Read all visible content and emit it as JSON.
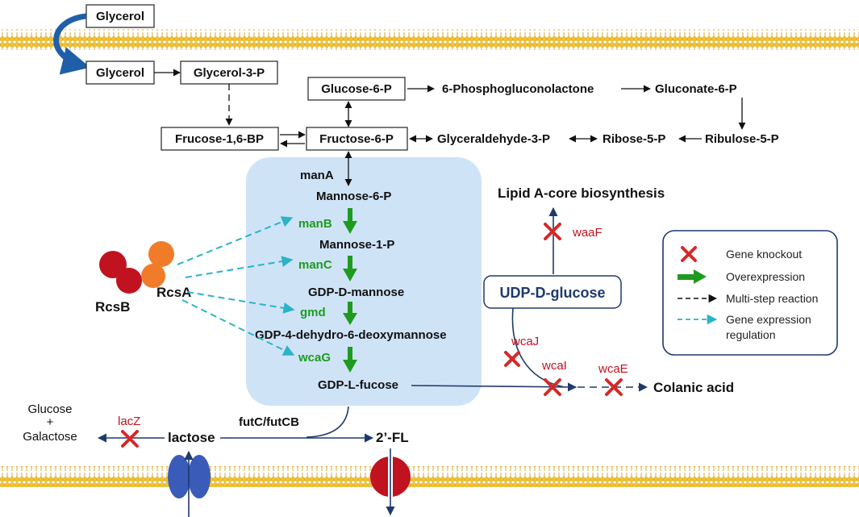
{
  "nodes": {
    "glycerol_out": "Glycerol",
    "glycerol_in": "Glycerol",
    "glycerol3p": "Glycerol-3-P",
    "glucose6p": "Glucose-6-P",
    "phosphoglucono": "6-Phosphogluconolactone",
    "gluconate6p": "Gluconate-6-P",
    "frucose16bp": "Frucose-1,6-BP",
    "fructose6p": "Fructose-6-P",
    "glyceraldehyde3p": "Glyceraldehyde-3-P",
    "ribose5p": "Ribose-5-P",
    "ribulose5p": "Ribulose-5-P",
    "mannose6p": "Mannose-6-P",
    "mannose1p": "Mannose-1-P",
    "gdp_d_mannose": "GDP-D-mannose",
    "gdp_4_dehydro": "GDP-4-dehydro-6-deoxymannose",
    "gdp_l_fucose": "GDP-L-fucose",
    "lipid_a": "Lipid A-core biosynthesis",
    "udp_d_glucose": "UDP-D-glucose",
    "colanic_acid": "Colanic acid",
    "glucose": "Glucose",
    "plus": "+",
    "galactose": "Galactose",
    "lactose": "lactose",
    "two_fl": "2’-FL",
    "rcsb": "RcsB",
    "rcsa": "RcsA"
  },
  "genes": {
    "manA": "manA",
    "manB": "manB",
    "manC": "manC",
    "gmd": "gmd",
    "wcaG": "wcaG",
    "futC": "futC/futCB",
    "lacZ": "lacZ",
    "waaF": "waaF",
    "wcaJ": "wcaJ",
    "wcaI": "wcaI",
    "wcaE": "wcaE"
  },
  "legend": {
    "knockout": "Gene knockout",
    "overexpression": "Overexpression",
    "multistep": "Multi-step reaction",
    "regulation_1": "Gene expression",
    "regulation_2": "regulation"
  },
  "colors": {
    "membrane": "#f2c230",
    "membrane_head": "#f7d44a",
    "highlight_region": "#cfe3f7",
    "overexpression_green": "#1e9b1e",
    "knockout_red": "#d62828",
    "regulation_cyan": "#2bb3c8",
    "flux_navy": "#1f3a6b",
    "rcsb_red": "#c1121f",
    "rcsa_orange": "#f07c2a",
    "transporter_blue": "#3b5bb8",
    "exporter_red": "#c1121f"
  }
}
